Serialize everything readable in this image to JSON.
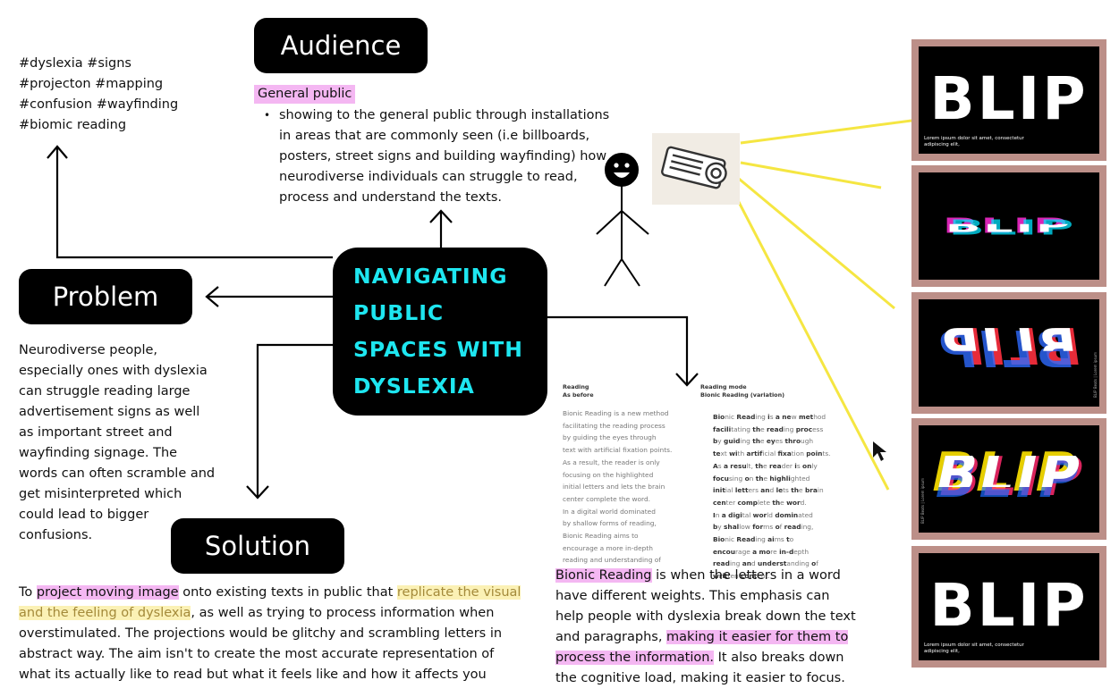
{
  "hashtags": "#dyslexia #signs\n#projecton #mapping\n#confusion #wayfinding\n#biomic reading",
  "center": {
    "title": "NAVIGATING\nPUBLIC\nSPACES WITH\nDYSLEXIA",
    "color": "#1ee6f0"
  },
  "audience": {
    "heading": "Audience",
    "label": "General public",
    "bullet": "showing to the general public through installations in areas that are commonly seen (i.e billboards, posters, street signs and building wayfinding) how neurodiverse individuals can struggle to read, process and understand the texts."
  },
  "problem": {
    "heading": "Problem",
    "text": "Neurodiverse people, especially ones with dyslexia can struggle reading large advertisement signs as well as important street and wayfinding signage. The words can often scramble and get misinterpreted which could lead to bigger confusions."
  },
  "solution": {
    "heading": "Solution",
    "t1": "To ",
    "h1": "project moving image",
    "t2": " onto existing texts in public that ",
    "h2": "replicate the visual and the feeling of dyslexia",
    "t3": ", as well as trying to process information when overstimulated. The projections would be glitchy and scrambling letters in abstract way. The aim isn't to create the most accurate representation of what its actually like to read but what it feels like and how it affects you"
  },
  "bionic": {
    "h1": "Bionic Reading",
    "t1": " is when the letters in a word have different weights. This emphasis can help people with dyslexia break down the text and paragraphs, ",
    "h2": "making it easier for them to process the information.",
    "t2": " It also breaks down the cognitive load, making it easier to focus."
  },
  "reading": {
    "left_heading": "Reading\nAs before",
    "right_heading": "Reading mode\nBionic Reading (variation)",
    "lines": [
      "Bionic Reading is a new method",
      "facilitating the reading process",
      "by guiding the eyes through",
      "text with artificial fixation points.",
      "As a result, the reader is only",
      "focusing on the highlighted",
      "initial letters and lets the brain",
      "center complete the word.",
      "In a digital world dominated",
      "by shallow forms of reading,",
      "Bionic Reading aims to",
      "encourage a more in-depth",
      "reading and understanding of",
      "written content."
    ]
  },
  "slides": {
    "word": "BLIP",
    "lorem": "Lorem ipsum dolor sit amet, consectetur adipiscing elit,",
    "sidenote": "BLIP Beats | Lorem ipsum",
    "frame_color": "#bc8f88",
    "beam_color": "#f5e642"
  },
  "icons": {
    "person": "stick-figure-icon",
    "projector": "projector-icon",
    "cursor": "cursor-icon"
  }
}
